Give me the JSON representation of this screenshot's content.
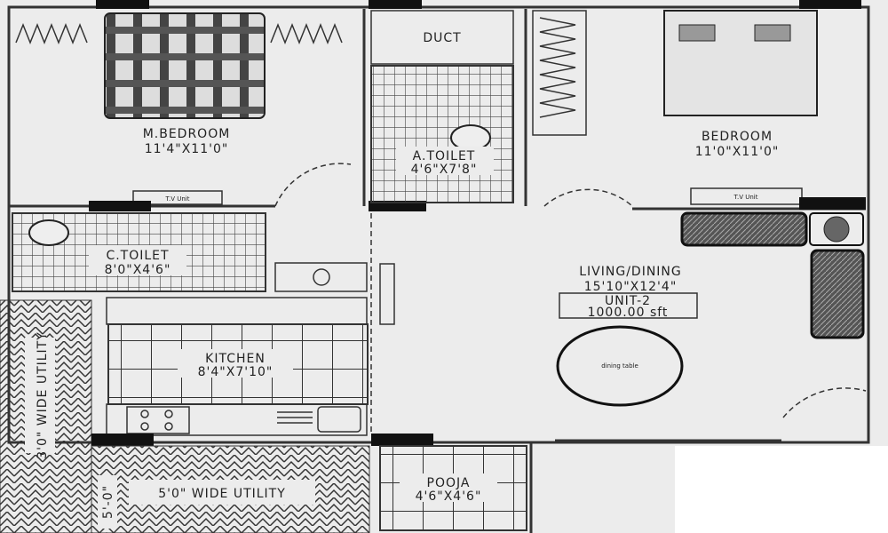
{
  "title": "",
  "rooms": {
    "master_bedroom": {
      "name": "M.BEDROOM",
      "size": "11'4\"X11'0\""
    },
    "attached_toilet": {
      "name": "A.TOILET",
      "size": "4'6\"X7'8\""
    },
    "duct": {
      "name": "DUCT"
    },
    "bedroom": {
      "name": "BEDROOM",
      "size": "11'0\"X11'0\""
    },
    "common_toilet": {
      "name": "C.TOILET",
      "size": "8'0\"X4'6\""
    },
    "kitchen": {
      "name": "KITCHEN",
      "size": "8'4\"X7'10\""
    },
    "living_dining": {
      "name": "LIVING/DINING",
      "size": "15'10\"X12'4\""
    },
    "pooja": {
      "name": "POOJA",
      "size": "4'6\"X4'6\""
    },
    "utility_side": {
      "name": "3'0\" WIDE UTILITY"
    },
    "utility_bottom": {
      "name": "5'0\" WIDE UTILITY",
      "dimension": "5'-0\""
    }
  },
  "unit": {
    "name": "UNIT-2",
    "area": "1000.00 sft"
  },
  "furniture": {
    "tv_unit": "T.V Unit",
    "dining_table": "dining table"
  },
  "colors": {
    "background": "#ececec",
    "lines": "#333333",
    "walls_solid": "#111111"
  }
}
